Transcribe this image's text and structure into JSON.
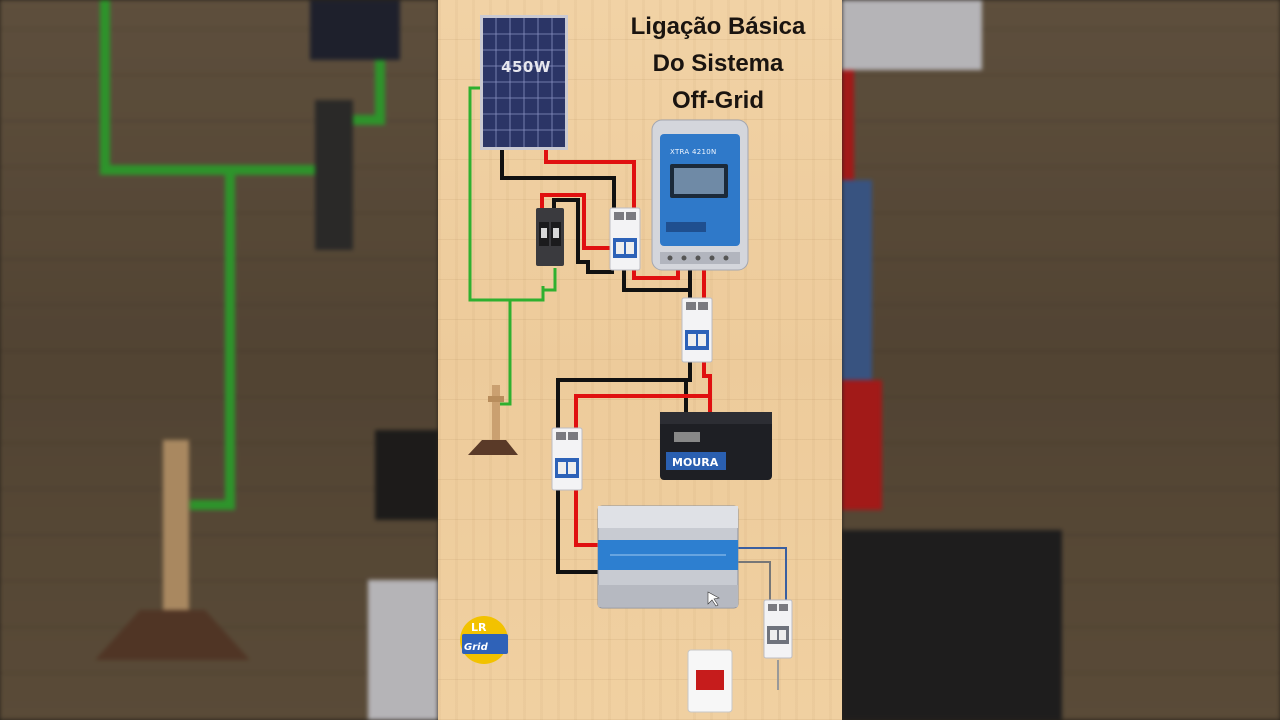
{
  "diagram": {
    "title_lines": [
      "Ligação Básica",
      "Do Sistema",
      "Off-Grid"
    ],
    "solar_panel": {
      "label": "450W"
    },
    "charge_controller": {
      "model_label": "XTRA 4210N"
    },
    "battery": {
      "brand_label": "MOURA"
    },
    "logo": {
      "top_text": "LR",
      "bottom_text": "Grid"
    },
    "wire_colors": {
      "positive": "#e01010",
      "negative": "#111111",
      "ground": "#2fb02f",
      "ac_line": "#3a5fa0"
    }
  }
}
